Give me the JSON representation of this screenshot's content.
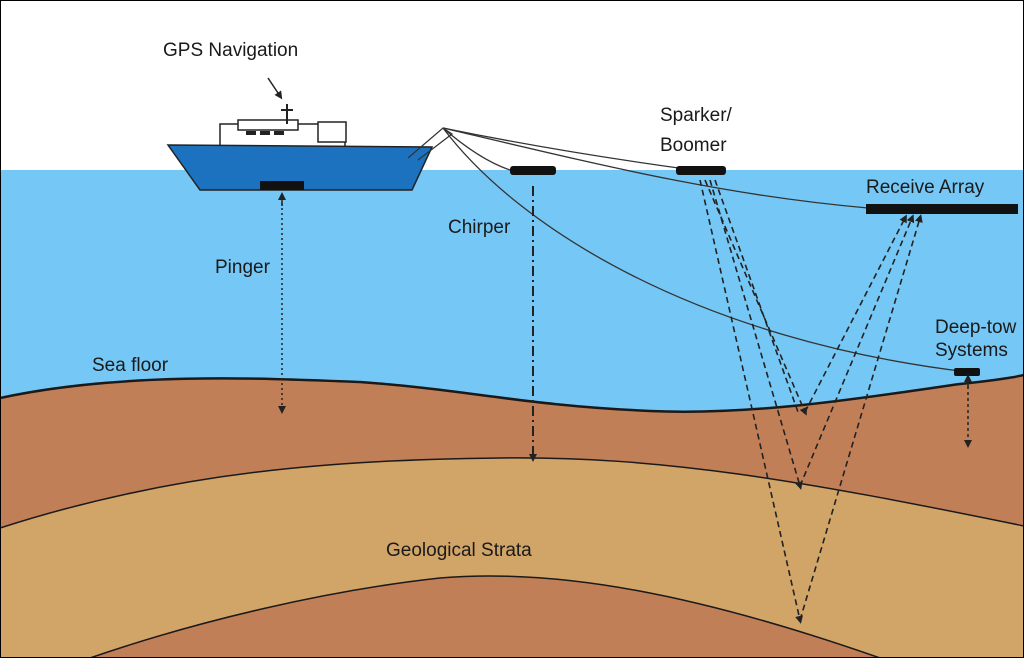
{
  "labels": {
    "gps_navigation": "GPS Navigation",
    "sparker_line1": "Sparker/",
    "sparker_line2": "Boomer",
    "receive_array": "Receive Array",
    "chirper": "Chirper",
    "pinger": "Pinger",
    "deep_tow_line1": "Deep-tow",
    "deep_tow_line2": "Systems",
    "sea_floor": "Sea floor",
    "geological_strata": "Geological Strata"
  },
  "colors": {
    "sky": "#ffffff",
    "water": "#75c7f5",
    "sediment_upper": "#c17f57",
    "sediment_middle": "#d1a468",
    "sediment_lower": "#c17f57",
    "ship_hull": "#1d72c0",
    "device": "#111111"
  }
}
